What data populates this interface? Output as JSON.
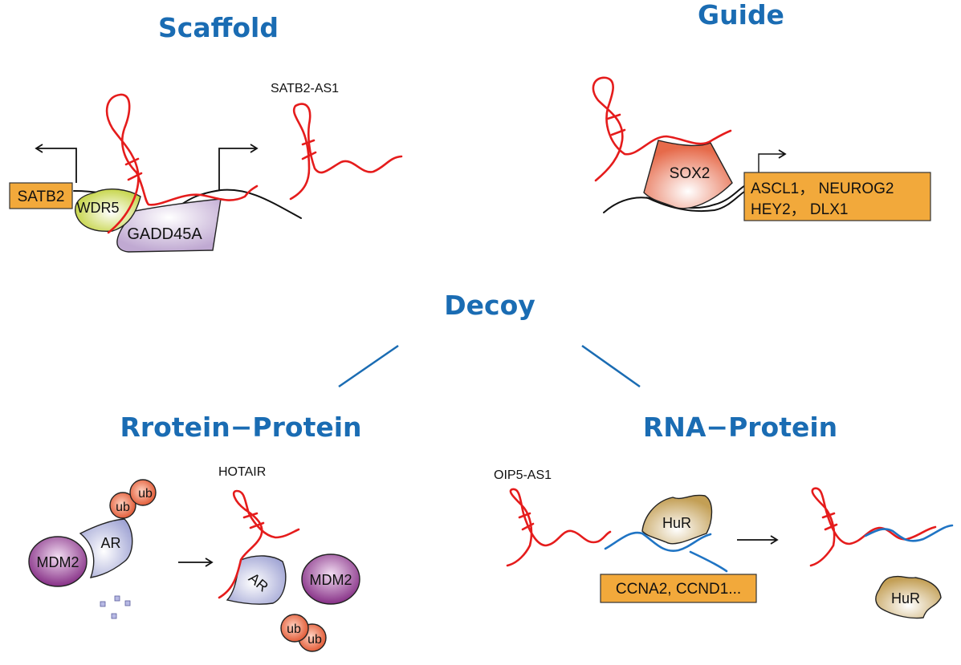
{
  "figure": {
    "sections": {
      "scaffold": {
        "title": "Scaffold",
        "lncrna": "SATB2-AS1",
        "gene": "SATB2",
        "proteins": [
          "WDR5",
          "GADD45A"
        ]
      },
      "guide": {
        "title": "Guide",
        "protein": "SOX2",
        "target_genes_line1": "ASCL1， NEUROG2",
        "target_genes_line2": "HEY2， DLX1"
      },
      "decoy": {
        "title": "Decoy"
      },
      "protein_protein": {
        "title": "Rrotein−Protein",
        "lncrna": "HOTAIR",
        "ligase": "MDM2",
        "receptor": "AR",
        "ubiquitin": "ub"
      },
      "rna_protein": {
        "title": "RNA−Protein",
        "lncrna": "OIP5-AS1",
        "protein": "HuR",
        "target_genes": "CCNA2, CCND1..."
      }
    },
    "colors": {
      "title_blue": "#1a6cb3",
      "lncrna_red": "#e51c1c",
      "mrna_blue": "#1f74c4",
      "gene_box_orange": "#f2a93b",
      "wdr5_green": "#c9d84a",
      "gadd45a_lilac": "#c7b3d6",
      "sox2_salmon": "#e9775a",
      "mdm2_purple": "#8e3f8e",
      "ar_lavender": "#a6a9d6",
      "ub_orange": "#e8643f",
      "hur_gold": "#c9a861"
    }
  }
}
